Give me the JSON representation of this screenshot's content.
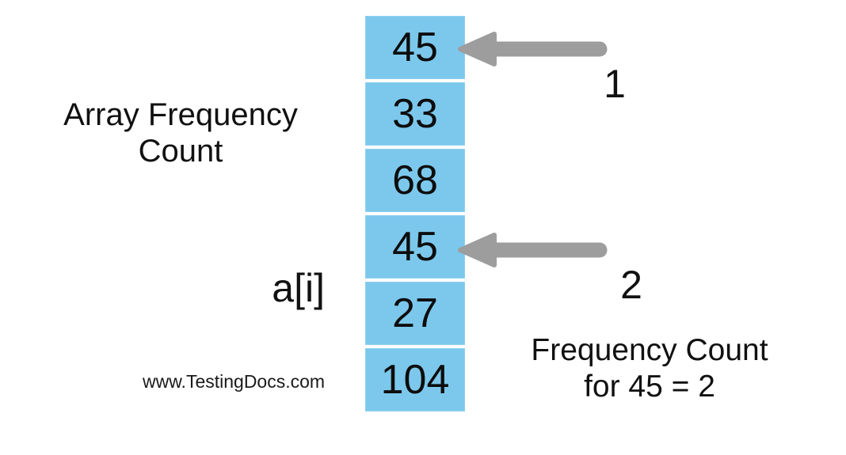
{
  "page": {
    "background": "#ffffff"
  },
  "title": {
    "line1": "Array Frequency",
    "line2": "Count"
  },
  "array": {
    "label": "a[i]",
    "values": [
      "45",
      "33",
      "68",
      "45",
      "27",
      "104"
    ],
    "cell_fill": "#7cc8ec"
  },
  "pointers": {
    "arrow_color": "#9d9d9d",
    "first": {
      "label": "1"
    },
    "second": {
      "label": "2"
    }
  },
  "note": {
    "line1": "Frequency Count",
    "line2": "for 45 = 2"
  },
  "watermark": "www.TestingDocs.com"
}
